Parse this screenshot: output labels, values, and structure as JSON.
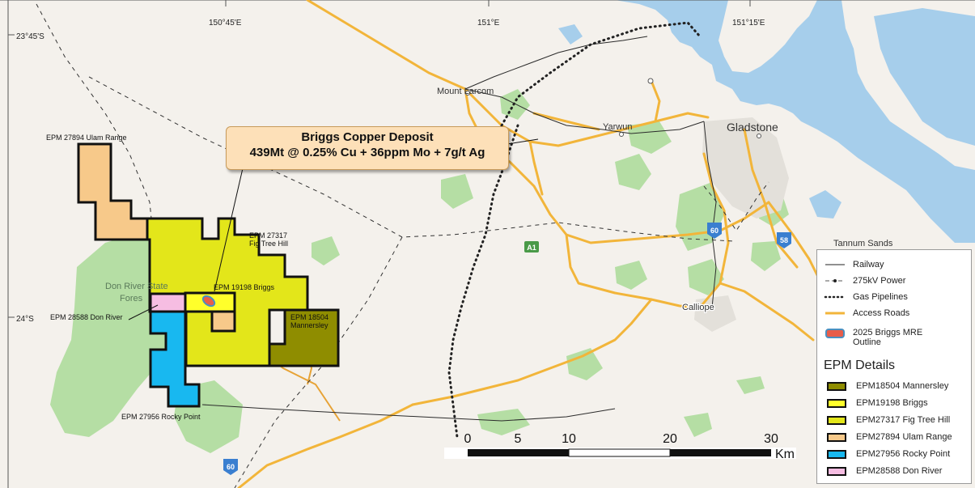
{
  "graticule": {
    "lon_labels": [
      "150°45'E",
      "151°E",
      "151°15'E"
    ],
    "lat_labels": [
      "23°45'S",
      "24°S"
    ]
  },
  "places": {
    "mount_larcom": "Mount Larcom",
    "yarwun": "Yarwun",
    "gladstone": "Gladstone",
    "tannum_sands": "Tannum Sands",
    "calliope": "Calliope",
    "don_river_state_forest_1": "Don River State",
    "don_river_state_forest_2": "Fores"
  },
  "road_shields": [
    "A1",
    "60",
    "58",
    "60"
  ],
  "callout": {
    "title": "Briggs Copper Deposit",
    "grade": "439Mt @ 0.25% Cu + 36ppm Mo + 7g/t Ag"
  },
  "tenement_labels": {
    "ulam": "EPM 27894 Ulam Range",
    "fig_tree_1": "EPM 27317",
    "fig_tree_2": "Fig Tree Hill",
    "briggs": "EPM 19198 Briggs",
    "don_river": "EPM 28588 Don River",
    "mannersley_1": "EPM 18504",
    "mannersley_2": "Mannersley",
    "rocky_point": "EPM 27956 Rocky Point"
  },
  "scale_bar": {
    "ticks": [
      "0",
      "5",
      "10",
      "20",
      "30"
    ],
    "unit": "Km"
  },
  "legend": {
    "railway": "Railway",
    "power": "275kV Power",
    "gas": "Gas Pipelines",
    "roads": "Access Roads",
    "mre_1": "2025 Briggs MRE",
    "mre_2": "Outline",
    "epm_header": "EPM Details",
    "epm_items": [
      {
        "label": "EPM18504 Mannersley",
        "color": "#8f8d00"
      },
      {
        "label": "EPM19198 Briggs",
        "color": "#ffff2b"
      },
      {
        "label": "EPM27317 Fig Tree Hill",
        "color": "#e3e61a"
      },
      {
        "label": "EPM27894 Ulam Range",
        "color": "#f7c98a"
      },
      {
        "label": "EPM27956 Rocky Point",
        "color": "#18b8f0"
      },
      {
        "label": "EPM28588 Don River",
        "color": "#f6bde2"
      }
    ]
  },
  "colors": {
    "water": "#a6ceeb",
    "forest": "#b5dea4",
    "road": "#f2b53a",
    "land": "#f4f1ec"
  }
}
